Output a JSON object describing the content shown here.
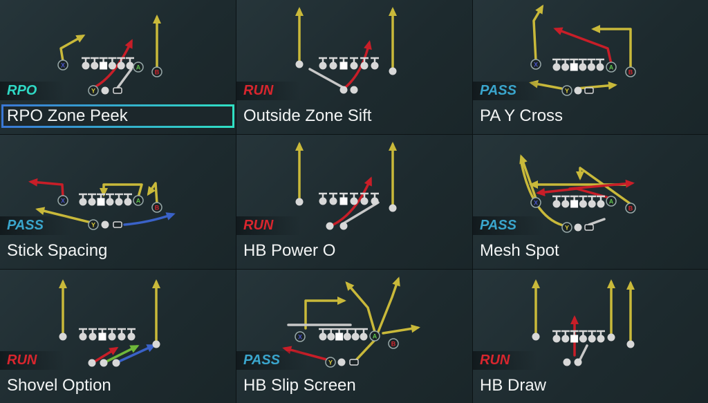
{
  "colors": {
    "RPO": "#2fd8c4",
    "RUN": "#d8262e",
    "PASS": "#3aa5cc",
    "route_yellow": "#c9b93a",
    "route_red": "#c81e28",
    "route_white": "#c8c8c8",
    "route_blue": "#3a62c8",
    "route_green": "#6fb83a"
  },
  "plays": [
    {
      "type": "RPO",
      "name": "RPO Zone Peek",
      "selected": true
    },
    {
      "type": "RUN",
      "name": "Outside Zone Sift"
    },
    {
      "type": "PASS",
      "name": "PA Y Cross"
    },
    {
      "type": "PASS",
      "name": "Stick Spacing"
    },
    {
      "type": "RUN",
      "name": "HB Power O"
    },
    {
      "type": "PASS",
      "name": "Mesh Spot"
    },
    {
      "type": "RUN",
      "name": "Shovel Option"
    },
    {
      "type": "PASS",
      "name": "HB Slip Screen"
    },
    {
      "type": "RUN",
      "name": "HB Draw"
    }
  ]
}
